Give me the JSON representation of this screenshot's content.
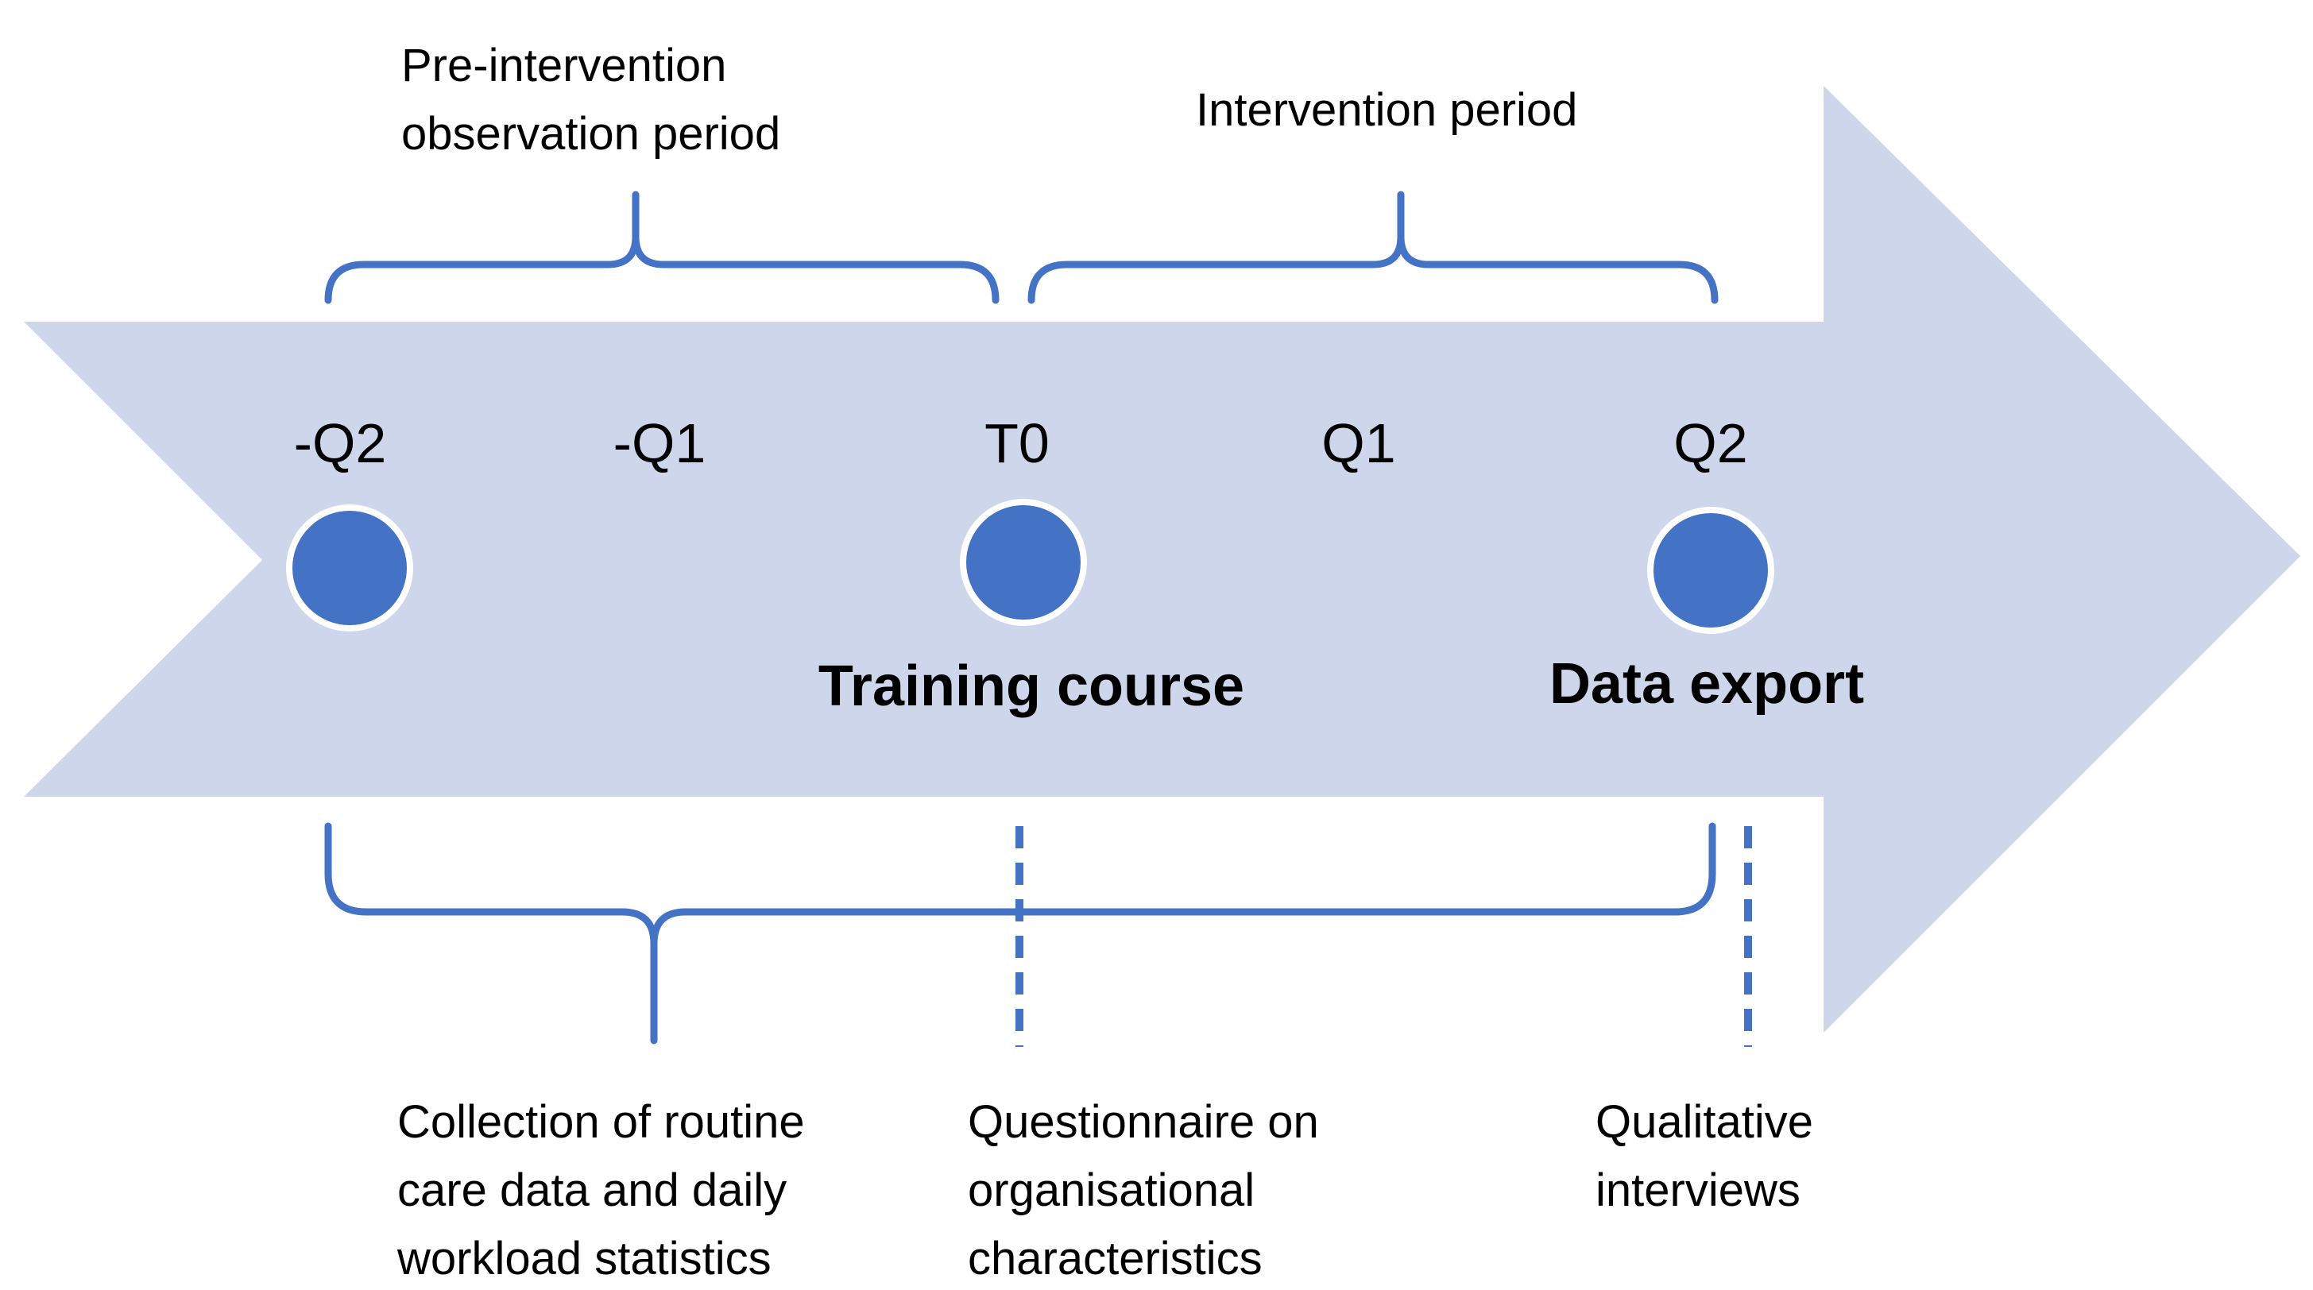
{
  "colors": {
    "arrow": "#ced6eb",
    "bracket": "#4472c4",
    "dot": "#4472c4",
    "dot_border": "#ffffff",
    "text": "#000000"
  },
  "periods": {
    "pre_line1": "Pre-intervention",
    "pre_line2": "observation period",
    "intervention": "Intervention period"
  },
  "timepoints": [
    "-Q2",
    "-Q1",
    "T0",
    "Q1",
    "Q2"
  ],
  "events": {
    "training": "Training course",
    "export": "Data export"
  },
  "notes": {
    "collection": [
      "Collection of routine",
      "care data and daily",
      "workload statistics"
    ],
    "questionnaire": [
      "Questionnaire on",
      "organisational",
      "characteristics"
    ],
    "interviews": [
      "Qualitative",
      "interviews"
    ]
  }
}
